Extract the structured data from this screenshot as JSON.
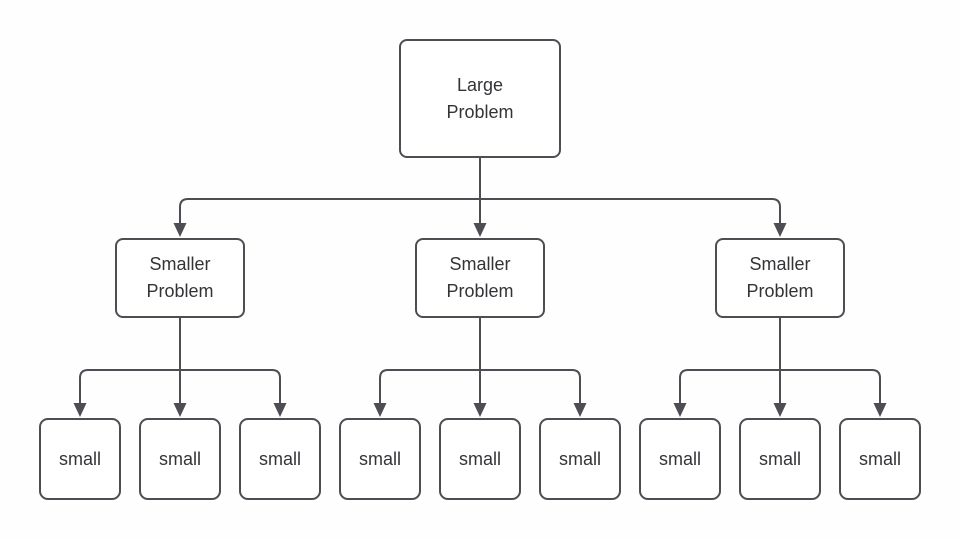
{
  "colors": {
    "background": "#fefefe",
    "node_fill": "#ffffff",
    "stroke": "#4d4d53",
    "text": "#343438"
  },
  "nodes": {
    "root": {
      "label": "Large\nProblem"
    },
    "level2": [
      {
        "label": "Smaller\nProblem"
      },
      {
        "label": "Smaller\nProblem"
      },
      {
        "label": "Smaller\nProblem"
      }
    ],
    "level3": [
      {
        "label": "small"
      },
      {
        "label": "small"
      },
      {
        "label": "small"
      },
      {
        "label": "small"
      },
      {
        "label": "small"
      },
      {
        "label": "small"
      },
      {
        "label": "small"
      },
      {
        "label": "small"
      },
      {
        "label": "small"
      }
    ]
  }
}
